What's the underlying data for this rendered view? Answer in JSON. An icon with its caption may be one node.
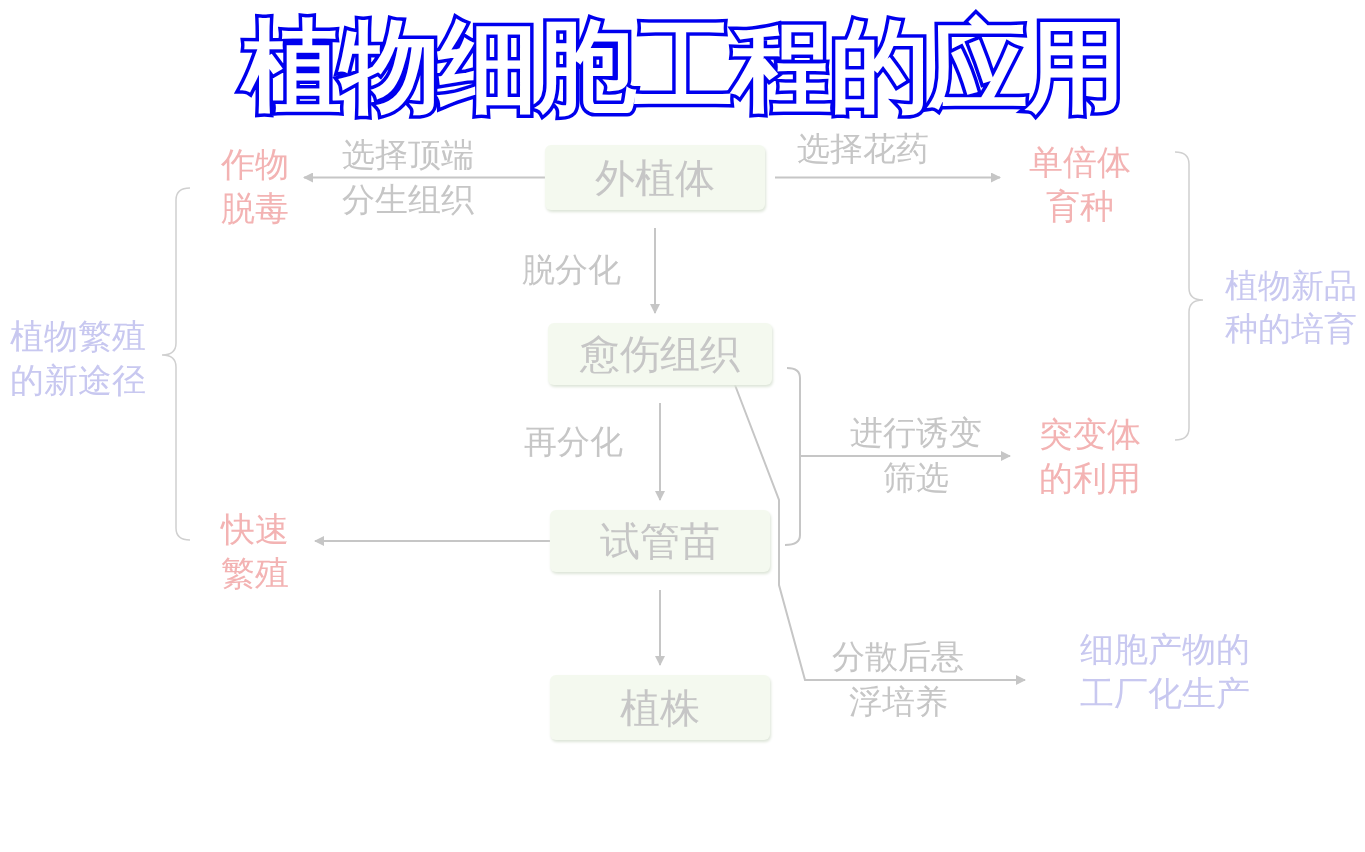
{
  "diagram": {
    "title": "植物细胞工程的应用",
    "nodes": [
      {
        "text": [
          "外植体"
        ]
      },
      {
        "text": [
          "愈伤组织"
        ]
      },
      {
        "text": [
          "试管苗"
        ]
      },
      {
        "text": [
          "植株"
        ]
      },
      {
        "text": [
          "作物脱毒"
        ]
      },
      {
        "text": [
          "单倍体育种"
        ]
      },
      {
        "text": [
          "快速繁殖"
        ]
      },
      {
        "text": [
          "突变体的利用"
        ]
      },
      {
        "text": [
          "细胞产物的工厂化生产"
        ]
      },
      {
        "text": [
          "植物繁殖的新途径"
        ]
      },
      {
        "text": [
          "植物新品种的培育"
        ]
      }
    ],
    "edges": [
      {
        "from": 0,
        "to": 4,
        "arrow": "to",
        "label": "选择顶端分生组织"
      },
      {
        "from": 0,
        "to": 5,
        "arrow": "to",
        "label": "选择花药"
      },
      {
        "from": 0,
        "to": 1,
        "arrow": "to",
        "label": "脱分化"
      },
      {
        "from": 1,
        "to": 2,
        "arrow": "to",
        "label": "再分化"
      },
      {
        "from": 2,
        "to": 6,
        "arrow": "to"
      },
      {
        "from": 2,
        "to": 3,
        "arrow": "to"
      },
      {
        "from": 1,
        "to": 7,
        "arrow": "to",
        "label": "进行诱变筛选"
      },
      {
        "from": 2,
        "to": 7,
        "arrow": "to"
      },
      {
        "from": 1,
        "to": 8,
        "arrow": "to",
        "label": "分散后悬浮培养"
      }
    ]
  }
}
